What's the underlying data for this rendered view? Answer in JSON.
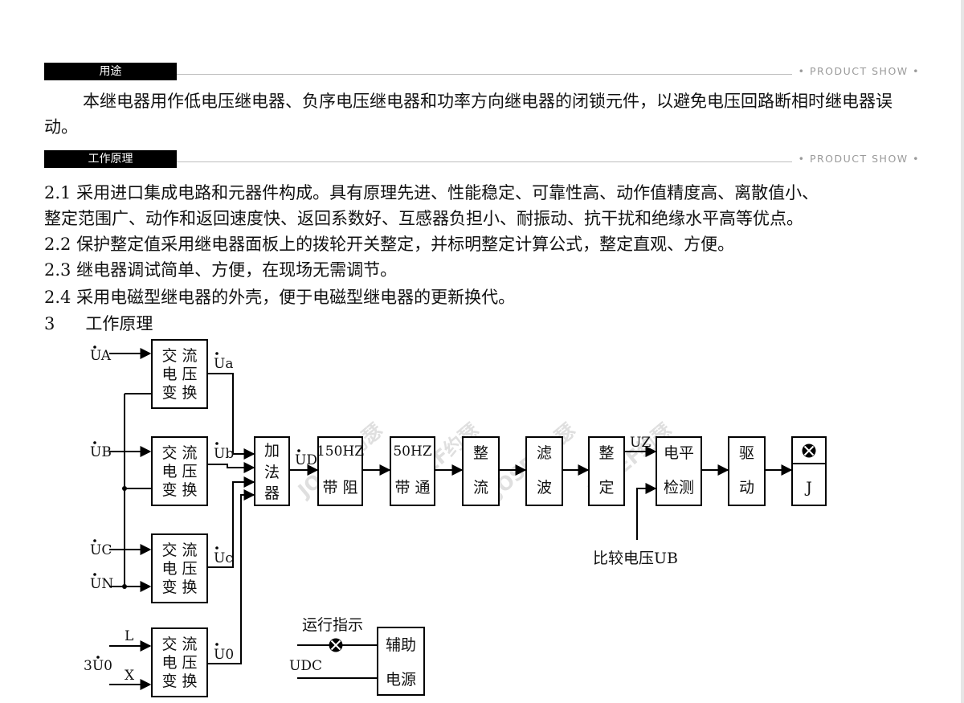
{
  "section_caption": "• PRODUCT SHOW •",
  "sections": [
    {
      "title": "用途"
    },
    {
      "title": "工作原理"
    }
  ],
  "purpose_text": "本继电器用作低电压继电器、负序电压继电器和功率方向继电器的闭锁元件，以避免电压回路断相时继电器误动。",
  "principle_lines": [
    "2.1 采用进口集成电路和元器件构成。具有原理先进、性能稳定、可靠性高、动作值精度高、离散值小、",
    "整定范围广、动作和返回速度快、返回系数好、互感器负担小、耐振动、抗干扰和绝缘水平高等优点。",
    "2.2  保护整定值采用继电器面板上的拨轮开关整定，并标明整定计算公式，整定直观、方便。",
    "2.3  继电器调试简单、方便，在现场无需调节。",
    "2.4  采用电磁型继电器的外壳，便于电磁型继电器的更新换代。"
  ],
  "heading3": {
    "num": "3",
    "text": "工作原理"
  },
  "diagram": {
    "inputs": {
      "ua": "UA",
      "ub": "UB",
      "uc": "UC",
      "un": "UN",
      "l": "L",
      "x": "X",
      "u3": "3U0"
    },
    "transformer": {
      "row1": "交 流",
      "row2": "电 压",
      "row3": "变 换"
    },
    "outputs": {
      "a": "Ua",
      "b": "Ub",
      "c": "Uc",
      "o": "U0"
    },
    "adder": {
      "l1": "加",
      "l2": "法",
      "l3": "器"
    },
    "ud": "UD",
    "bp150": {
      "top": "150HZ",
      "bottom": "带 阻"
    },
    "bp50": {
      "top": "50HZ",
      "bottom": "带 通"
    },
    "rect": {
      "top": "整",
      "bottom": "流"
    },
    "filt": {
      "top": "滤",
      "bottom": "波"
    },
    "setting": {
      "top": "整",
      "bottom": "定"
    },
    "uz": "UZ",
    "level": {
      "top": "电平",
      "bottom": "检测"
    },
    "drive": {
      "top": "驱",
      "bottom": "动"
    },
    "relay": "J",
    "compare": "比较电压UB",
    "run_indicator": "运行指示",
    "udc": "UDC",
    "aux": {
      "top": "辅助",
      "bottom": "电源"
    }
  },
  "watermark": "JOSEF约瑟"
}
